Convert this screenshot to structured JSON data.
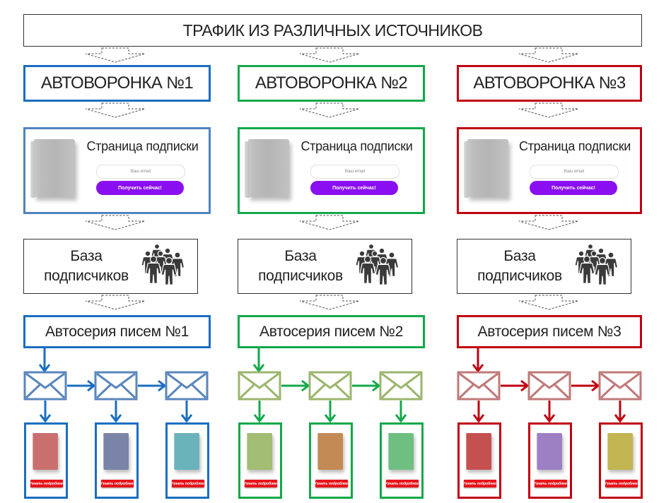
{
  "header": {
    "title": "ТРАФИК ИЗ РАЗЛИЧНЫХ ИСТОЧНИКОВ"
  },
  "columns": [
    {
      "funnel_label": "АВТОВОРОНКА №1",
      "color": "#1a6ec0",
      "sub_color": "#4f83c2",
      "envelope_color": "#5a86bd",
      "subscribe": {
        "title": "Страница подписки",
        "email_placeholder": "Ваш email",
        "button": "Получить сейчас!"
      },
      "base": {
        "line1": "База",
        "line2": "подписчиков"
      },
      "series_label": "Автосерия писем №1",
      "products": [
        {
          "book_color": "#c9706f",
          "button": "Узнать подробнее!"
        },
        {
          "book_color": "#7a84a8",
          "button": "Узнать подробнее!"
        },
        {
          "book_color": "#6ab3bb",
          "button": "Узнать подробнее!"
        }
      ]
    },
    {
      "funnel_label": "АВТОВОРОНКА №2",
      "color": "#12a84a",
      "sub_color": "#12a84a",
      "envelope_color": "#9bb56e",
      "subscribe": {
        "title": "Страница подписки",
        "email_placeholder": "Ваш email",
        "button": "Получить сейчас!"
      },
      "base": {
        "line1": "База",
        "line2": "подписчиков"
      },
      "series_label": "Автосерия писем №2",
      "products": [
        {
          "book_color": "#a3bd74",
          "button": "Узнать подробнее!"
        },
        {
          "book_color": "#c38a55",
          "button": "Узнать подробнее!"
        },
        {
          "book_color": "#6fbf82",
          "button": "Узнать подробнее!"
        }
      ]
    },
    {
      "funnel_label": "АВТОВОРОНКА №3",
      "color": "#c00010",
      "sub_color": "#c00010",
      "envelope_color": "#c07878",
      "subscribe": {
        "title": "Страница подписки",
        "email_placeholder": "Ваш email",
        "button": "Получить сейчас!"
      },
      "base": {
        "line1": "База",
        "line2": "подписчиков"
      },
      "series_label": "Автосерия писем №3",
      "products": [
        {
          "book_color": "#c55050",
          "button": "Узнать подробнее!"
        },
        {
          "book_color": "#9d7fc4",
          "button": "Узнать подробнее!"
        },
        {
          "book_color": "#c2b552",
          "button": "Узнать подробнее!"
        }
      ]
    }
  ]
}
